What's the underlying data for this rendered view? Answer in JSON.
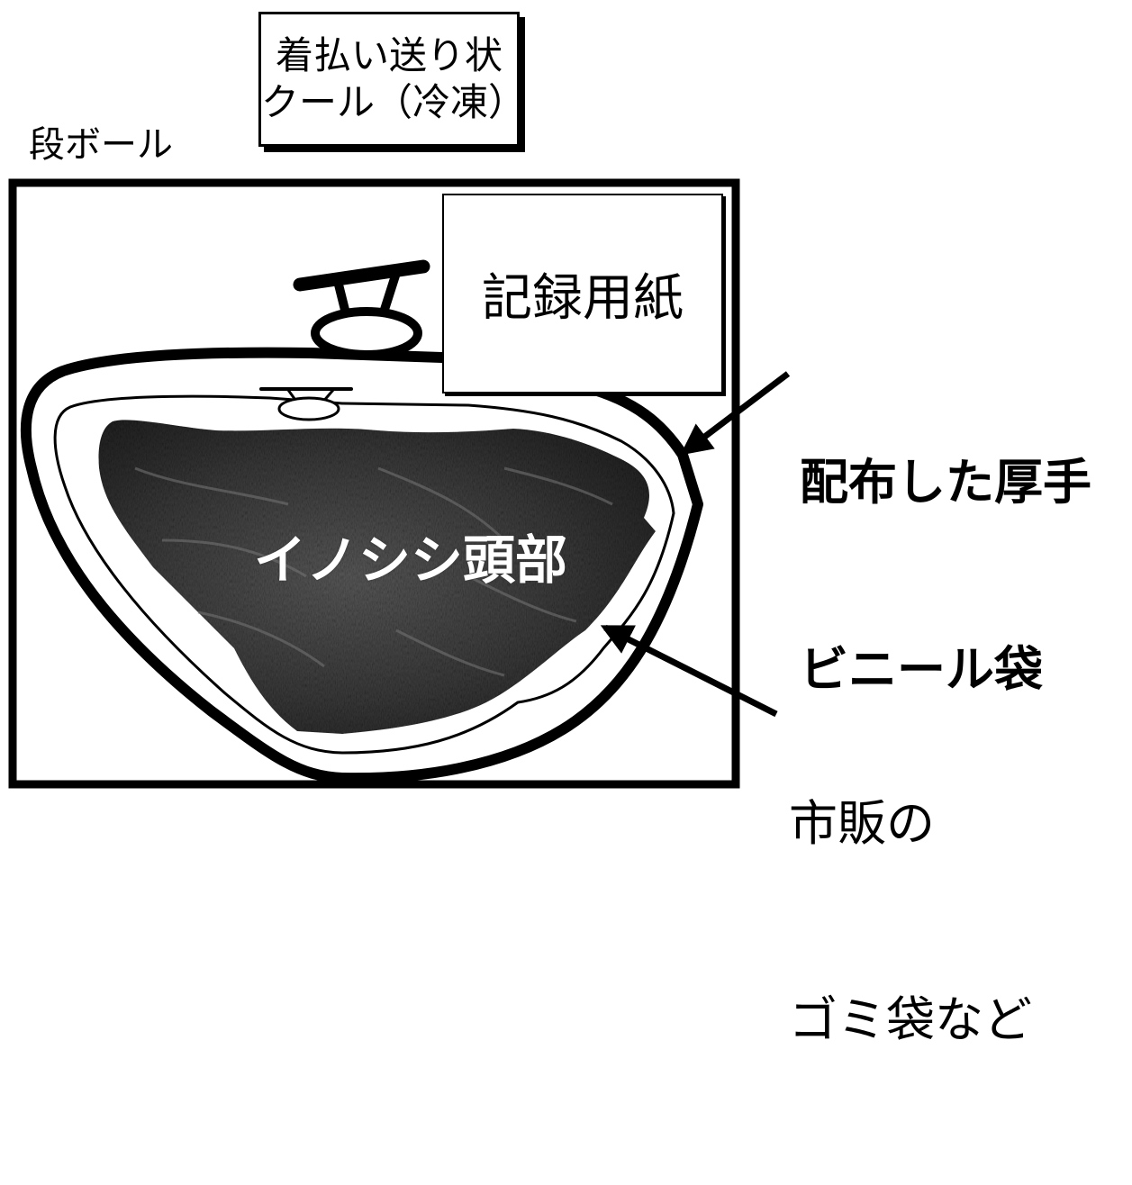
{
  "shipping_label": {
    "line1": "着払い送り状",
    "line2": "クール（冷凍）"
  },
  "cardboard": {
    "label": "段ボール"
  },
  "record_paper": {
    "label": "記録用紙"
  },
  "heavy_bag": {
    "line1": "配布した厚手",
    "line2": "ビニール袋"
  },
  "trash_bag": {
    "line1": "市販の",
    "line2": "ゴミ袋など"
  },
  "boar_head": {
    "label": "イノシシ頭部"
  },
  "colors": {
    "line": "#000000",
    "fur_dark": "#2b2b2b",
    "fur_mid": "#4a4a4a",
    "text_on_fur": "#ffffff"
  }
}
